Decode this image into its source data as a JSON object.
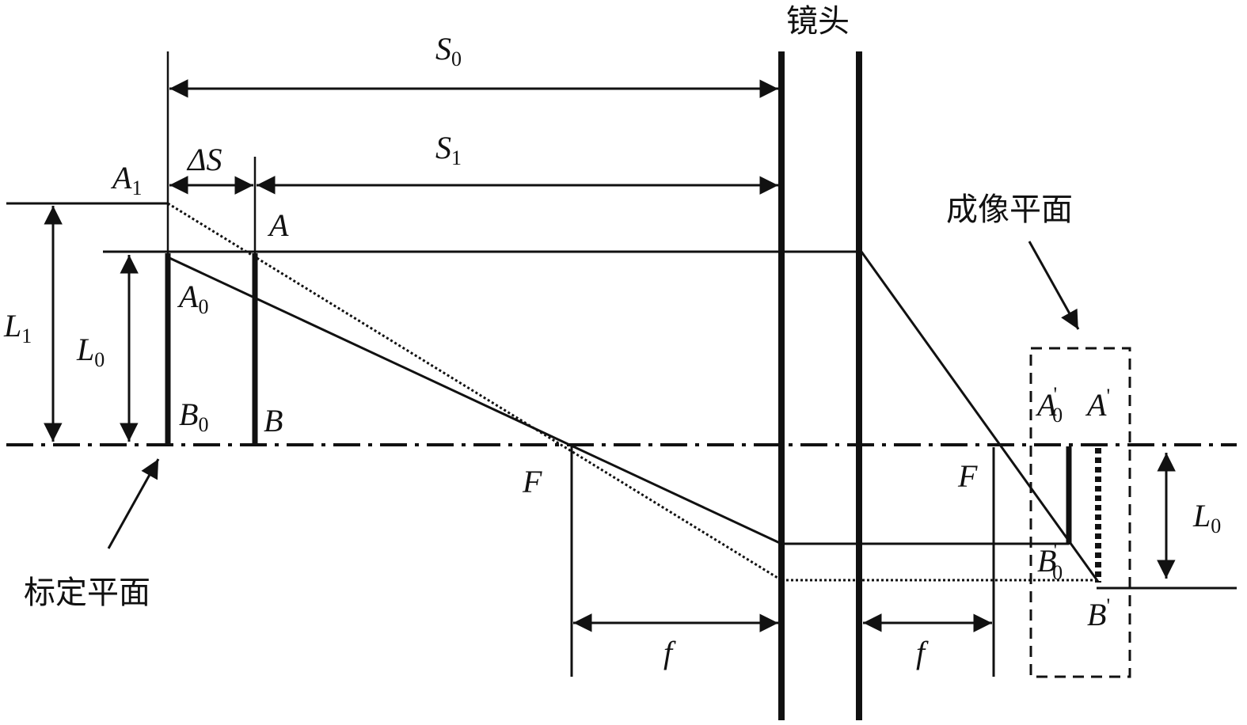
{
  "labels": {
    "lens": "镜头",
    "imaging_plane": "成像平面",
    "calibration_plane": "标定平面",
    "S0": {
      "main": "S",
      "sub": "0"
    },
    "S1": {
      "main": "S",
      "sub": "1"
    },
    "dS": "ΔS",
    "A1": {
      "main": "A",
      "sub": "1"
    },
    "A": "A",
    "A0": {
      "main": "A",
      "sub": "0"
    },
    "L1": {
      "main": "L",
      "sub": "1"
    },
    "L0_left": {
      "main": "L",
      "sub": "0"
    },
    "B0": {
      "main": "B",
      "sub": "0"
    },
    "B": "B",
    "F_left": "F",
    "f_left": "f",
    "F_right": "F",
    "f_right": "f",
    "A0_prime": {
      "main": "A",
      "sup": "'",
      "sub": "0"
    },
    "A_prime": {
      "main": "A",
      "sup": "'"
    },
    "B0_prime": {
      "main": "B",
      "sup": "'",
      "sub": "0"
    },
    "B_prime": {
      "main": "B",
      "sup": "'"
    },
    "L0_right": {
      "main": "L",
      "sub": "0"
    }
  }
}
